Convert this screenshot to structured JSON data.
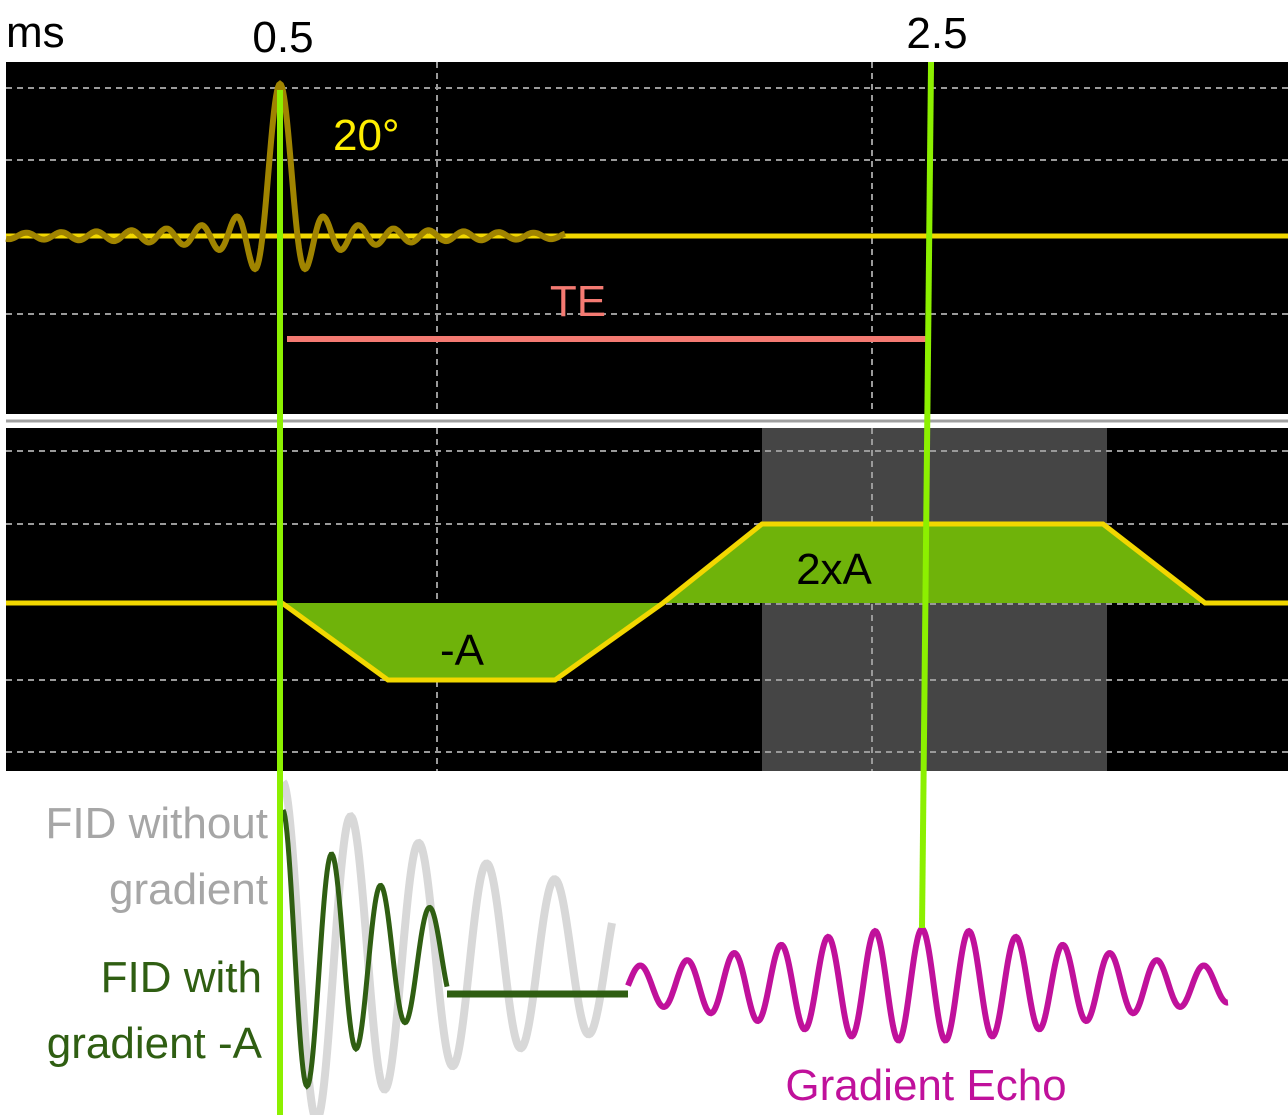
{
  "axis": {
    "unit_label": "ms",
    "markers": [
      {
        "time": "0.5"
      },
      {
        "time": "2.5"
      }
    ]
  },
  "rf": {
    "flip_angle_label": "20°"
  },
  "te": {
    "label": "TE"
  },
  "gradient": {
    "dephase_label": "-A",
    "rephase_label": "2xA"
  },
  "signals": {
    "fid_without_line1": "FID without",
    "fid_without_line2": "gradient",
    "fid_with_line1": "FID with",
    "fid_with_line2": "gradient -A",
    "echo_label": "Gradient Echo"
  },
  "colors": {
    "panel_bg": "#000000",
    "grid": "#9a9a9a",
    "baseline": "#f2d700",
    "rf_pulse": "#a08400",
    "marker": "#8cf000",
    "te": "#f47a72",
    "lobe_fill": "#6fb30a",
    "readout_window": "#454545",
    "fid_plain": "#d8d8d8",
    "fid_gradient": "#2f5e12",
    "echo": "#c0119b",
    "flip_text": "#ffee00",
    "dark_text": "#000000",
    "gray_text": "#a6a6a6"
  }
}
